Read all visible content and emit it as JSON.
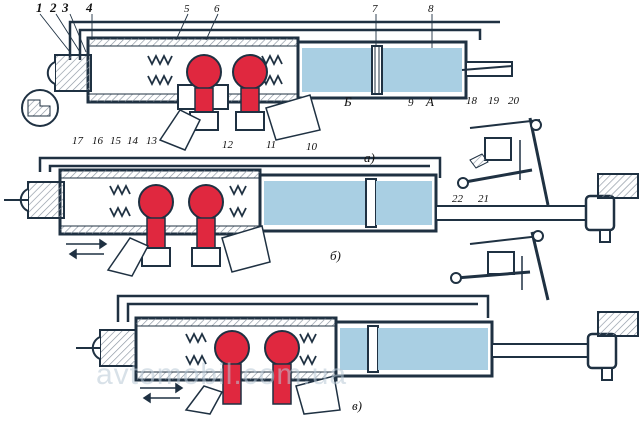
{
  "callouts_top_left": [
    "1",
    "2",
    "3",
    "4"
  ],
  "callouts_top": [
    "5",
    "6",
    "7",
    "8"
  ],
  "callouts_bottom_left": [
    "17",
    "16",
    "15",
    "14",
    "13"
  ],
  "callouts_bottom_mid": [
    "12",
    "11",
    "10"
  ],
  "callouts_chambers": {
    "b": "Б",
    "nine": "9",
    "a": "А"
  },
  "callouts_linkage": [
    "18",
    "19",
    "20",
    "22",
    "21"
  ],
  "captions": {
    "a": "а)",
    "b": "б)",
    "c": "в)"
  },
  "watermark": "avtomobil.com.ua",
  "colors": {
    "outline": "#1f3142",
    "fluid": "#a9cfe3",
    "valve": "#e0283f",
    "housing": "#ffffff",
    "hatch": "#8a94a0"
  }
}
